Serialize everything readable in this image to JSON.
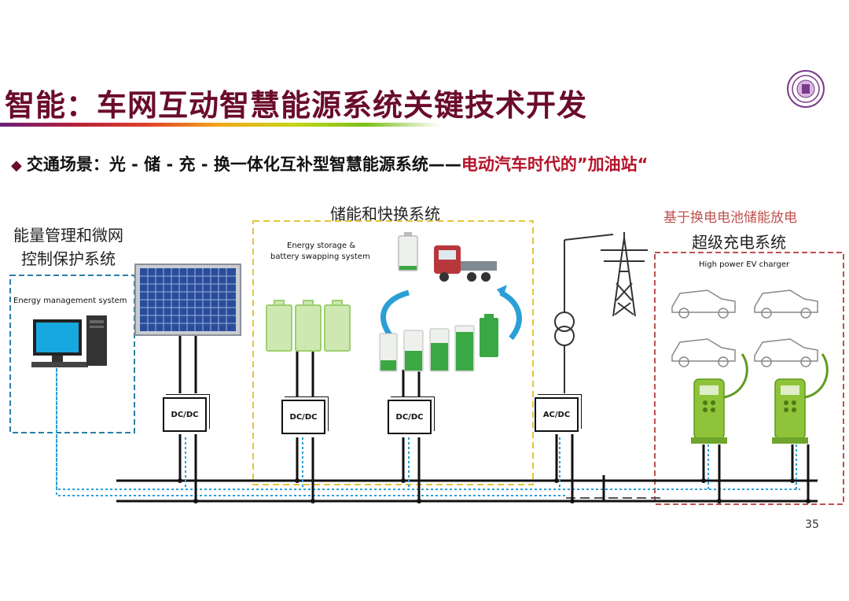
{
  "title": "智能：车网互动智慧能源系统关键技术开发",
  "subtitle": {
    "bullet": "◆",
    "prefix": "交通场景：光 - 储 - 充 - 换一体化互补型智慧能源系统——",
    "highlight": "电动汽车时代的”加油站“"
  },
  "ems": {
    "title_cn_line1": "能量管理和微网",
    "title_cn_line2": "控制保护系统",
    "label_en": "Energy management system"
  },
  "storage": {
    "title_cn": "储能和快换系统",
    "label_en_line1": "Energy storage &",
    "label_en_line2": "battery swapping  system"
  },
  "charger": {
    "title_red": "基于换电电池储能放电",
    "title_cn": "超级充电系统",
    "label_en": "High power EV charger"
  },
  "converters": [
    "DC/DC",
    "DC/DC",
    "DC/DC",
    "AC/DC"
  ],
  "page_number": "35",
  "colors": {
    "title": "#6a0c2a",
    "highlight": "#b4142a",
    "ems_box": "#2a7fa6",
    "storage_box": "#e3c53a",
    "charger_box": "#c0504d",
    "battery_green": "#3aa843",
    "swap_arrow": "#2a9fd6",
    "signal_line": "#2aa0d8",
    "charger_body": "#8fc43a"
  },
  "icons": [
    "computer-icon",
    "solar-panel-icon",
    "battery-pack-icon",
    "truck-icon",
    "transmission-tower-icon",
    "transformer-icon",
    "car-icon",
    "ev-charger-icon",
    "swap-arrow-icon"
  ]
}
